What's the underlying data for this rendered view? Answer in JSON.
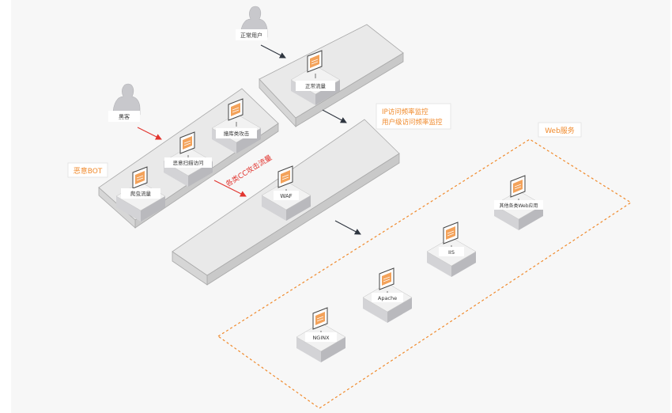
{
  "colors": {
    "background": "#f7f7f7",
    "platform_top": "#e9e9e9",
    "platform_edge": "#a9a9a9",
    "node_top": "#f2f2f2",
    "node_left": "#d3d3d6",
    "node_right": "#b9b9bd",
    "monitor_orange": "#f3a25a",
    "accent_orange": "#f08a2c",
    "arrow_red": "#e2352f",
    "arrow_dark": "#2f3640",
    "text_dark": "#333333"
  },
  "icons": {
    "user": "user-cloud-icon",
    "node": "server-node-icon",
    "monitor": "monitor-icon"
  },
  "actors": {
    "normal_user": "正常用户",
    "attacker": "黑客"
  },
  "nodes": {
    "normal_traffic": "正常流量",
    "scanner": "恶意扫描访问",
    "crawler": "爬虫流量",
    "credential": "撞库类攻击",
    "waf": "WAF",
    "nginx": "NGINX",
    "apache": "Apache",
    "iis": "IIS",
    "other_web": "其他各类Web应用"
  },
  "labels": {
    "bad_bot": "恶意BOT",
    "cc_traffic": "各类CC攻击流量",
    "monitor_line1": "IP访问频率监控",
    "monitor_line2": "用户级访问频率监控",
    "web_service": "Web服务"
  }
}
